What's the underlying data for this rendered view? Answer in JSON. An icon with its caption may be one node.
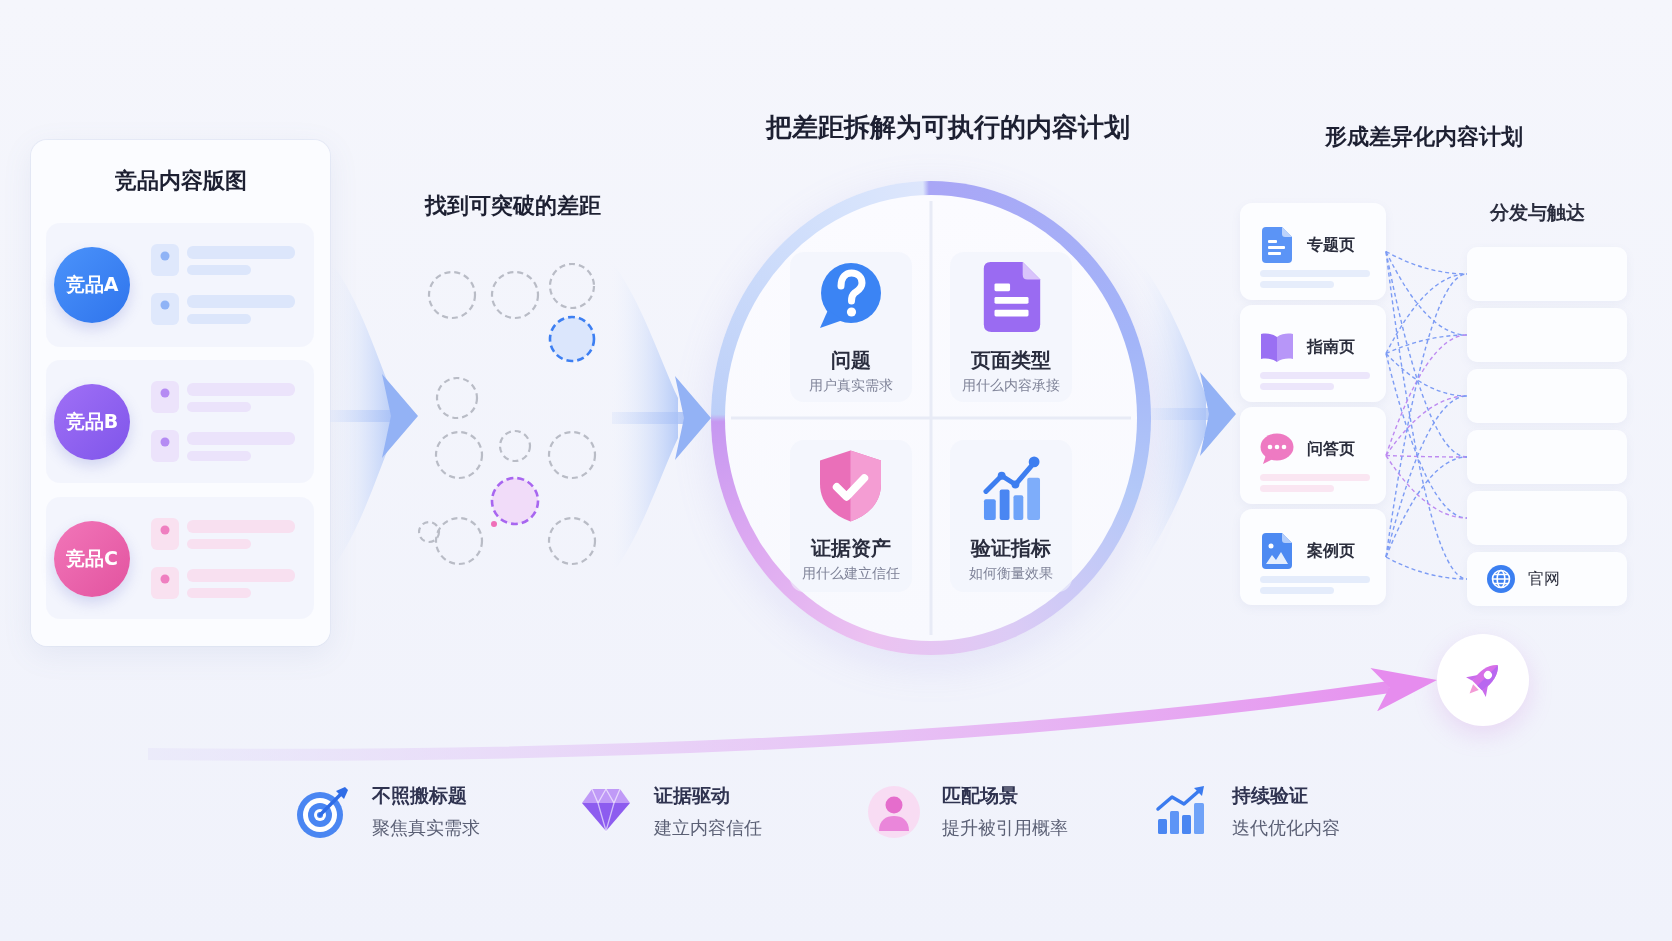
{
  "diagram": {
    "nodes": [
      {
        "text": [
          "竞品内容版图"
        ]
      },
      {
        "text": [
          "竞品A"
        ],
        "in": 0
      },
      {
        "text": [
          "竞品B"
        ],
        "in": 0
      },
      {
        "text": [
          "竞品C"
        ],
        "in": 0
      },
      {
        "text": [
          "找到可突破的差距"
        ]
      },
      {
        "text": [
          "把差距拆解为可执行的内容计划"
        ]
      },
      {
        "text": [
          "问题",
          "用户真实需求"
        ],
        "in": 5
      },
      {
        "text": [
          "页面类型",
          "用什么内容承接"
        ],
        "in": 5
      },
      {
        "text": [
          "证据资产",
          "用什么建立信任"
        ],
        "in": 5
      },
      {
        "text": [
          "验证指标",
          "如何衡量效果"
        ],
        "in": 5
      },
      {
        "text": [
          "形成差异化内容计划"
        ]
      },
      {
        "text": [
          "专题页"
        ],
        "in": 10
      },
      {
        "text": [
          "指南页"
        ],
        "in": 10
      },
      {
        "text": [
          "问答页"
        ],
        "in": 10
      },
      {
        "text": [
          "案例页"
        ],
        "in": 10
      },
      {
        "text": [],
        "shape": "box",
        "in": 10
      },
      {
        "text": [],
        "shape": "box",
        "in": 10
      },
      {
        "text": [],
        "shape": "box",
        "in": 10
      },
      {
        "text": [],
        "shape": "box",
        "in": 10
      },
      {
        "text": [],
        "shape": "box",
        "in": 10
      },
      {
        "text": [
          "官网"
        ],
        "in": 10
      },
      {
        "text": [],
        "shape": "circle"
      }
    ],
    "edges": [
      {
        "from": 0,
        "to": 4,
        "arrow": "to",
        "style": "thick"
      },
      {
        "from": 4,
        "to": 5,
        "arrow": "to",
        "style": "thick"
      },
      {
        "from": 5,
        "to": 10,
        "arrow": "to",
        "style": "thick"
      },
      {
        "from": 11,
        "to": 15,
        "arrow": "none",
        "style": "dashed"
      },
      {
        "from": 11,
        "to": 16,
        "arrow": "none",
        "style": "dashed"
      },
      {
        "from": 11,
        "to": 18,
        "arrow": "none",
        "style": "dashed"
      },
      {
        "from": 11,
        "to": 20,
        "arrow": "none",
        "style": "dashed"
      },
      {
        "from": 12,
        "to": 15,
        "arrow": "none",
        "style": "dashed"
      },
      {
        "from": 12,
        "to": 16,
        "arrow": "none",
        "style": "dashed"
      },
      {
        "from": 12,
        "to": 17,
        "arrow": "none",
        "style": "dashed"
      },
      {
        "from": 12,
        "to": 19,
        "arrow": "none",
        "style": "dashed"
      },
      {
        "from": 13,
        "to": 16,
        "arrow": "none",
        "style": "dashed",
        "color": "#bd8af1"
      },
      {
        "from": 13,
        "to": 17,
        "arrow": "none",
        "style": "dashed",
        "color": "#bd8af1"
      },
      {
        "from": 13,
        "to": 18,
        "arrow": "none",
        "style": "dashed",
        "color": "#bd8af1"
      },
      {
        "from": 13,
        "to": 19,
        "arrow": "none",
        "style": "dashed",
        "color": "#bd8af1"
      },
      {
        "from": 14,
        "to": 15,
        "arrow": "none",
        "style": "dashed"
      },
      {
        "from": 14,
        "to": 17,
        "arrow": "none",
        "style": "dashed"
      },
      {
        "from": 14,
        "to": 18,
        "arrow": "none",
        "style": "dashed"
      },
      {
        "from": 14,
        "to": 20,
        "arrow": "none",
        "style": "dashed"
      },
      {
        "from": null,
        "to": 21,
        "arrow": "to",
        "style": "thick",
        "color": "#e68cee"
      }
    ],
    "labels": [
      "分发与触达",
      "不照搬标题",
      "聚焦真实需求",
      "证据驱动",
      "建立内容信任",
      "匹配场景",
      "提升被引用概率",
      "持续验证",
      "迭代优化内容"
    ]
  }
}
